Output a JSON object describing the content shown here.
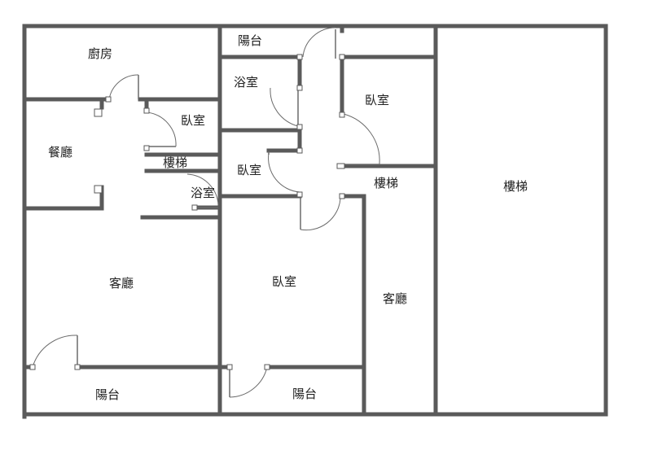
{
  "rooms": {
    "kitchen": "廚房",
    "balcony_top": "陽台",
    "bath_upper": "浴室",
    "bedroom_right_upper": "臥室",
    "bedroom_small": "臥室",
    "dining": "餐廳",
    "stairs_small": "樓梯",
    "bedroom_center_upper": "臥室",
    "stairs_center": "樓梯",
    "stairs_right": "樓梯",
    "bath_small": "浴室",
    "living_left": "客廳",
    "bedroom_large": "臥室",
    "living_right": "客廳",
    "balcony_left": "陽台",
    "balcony_center": "陽台"
  }
}
